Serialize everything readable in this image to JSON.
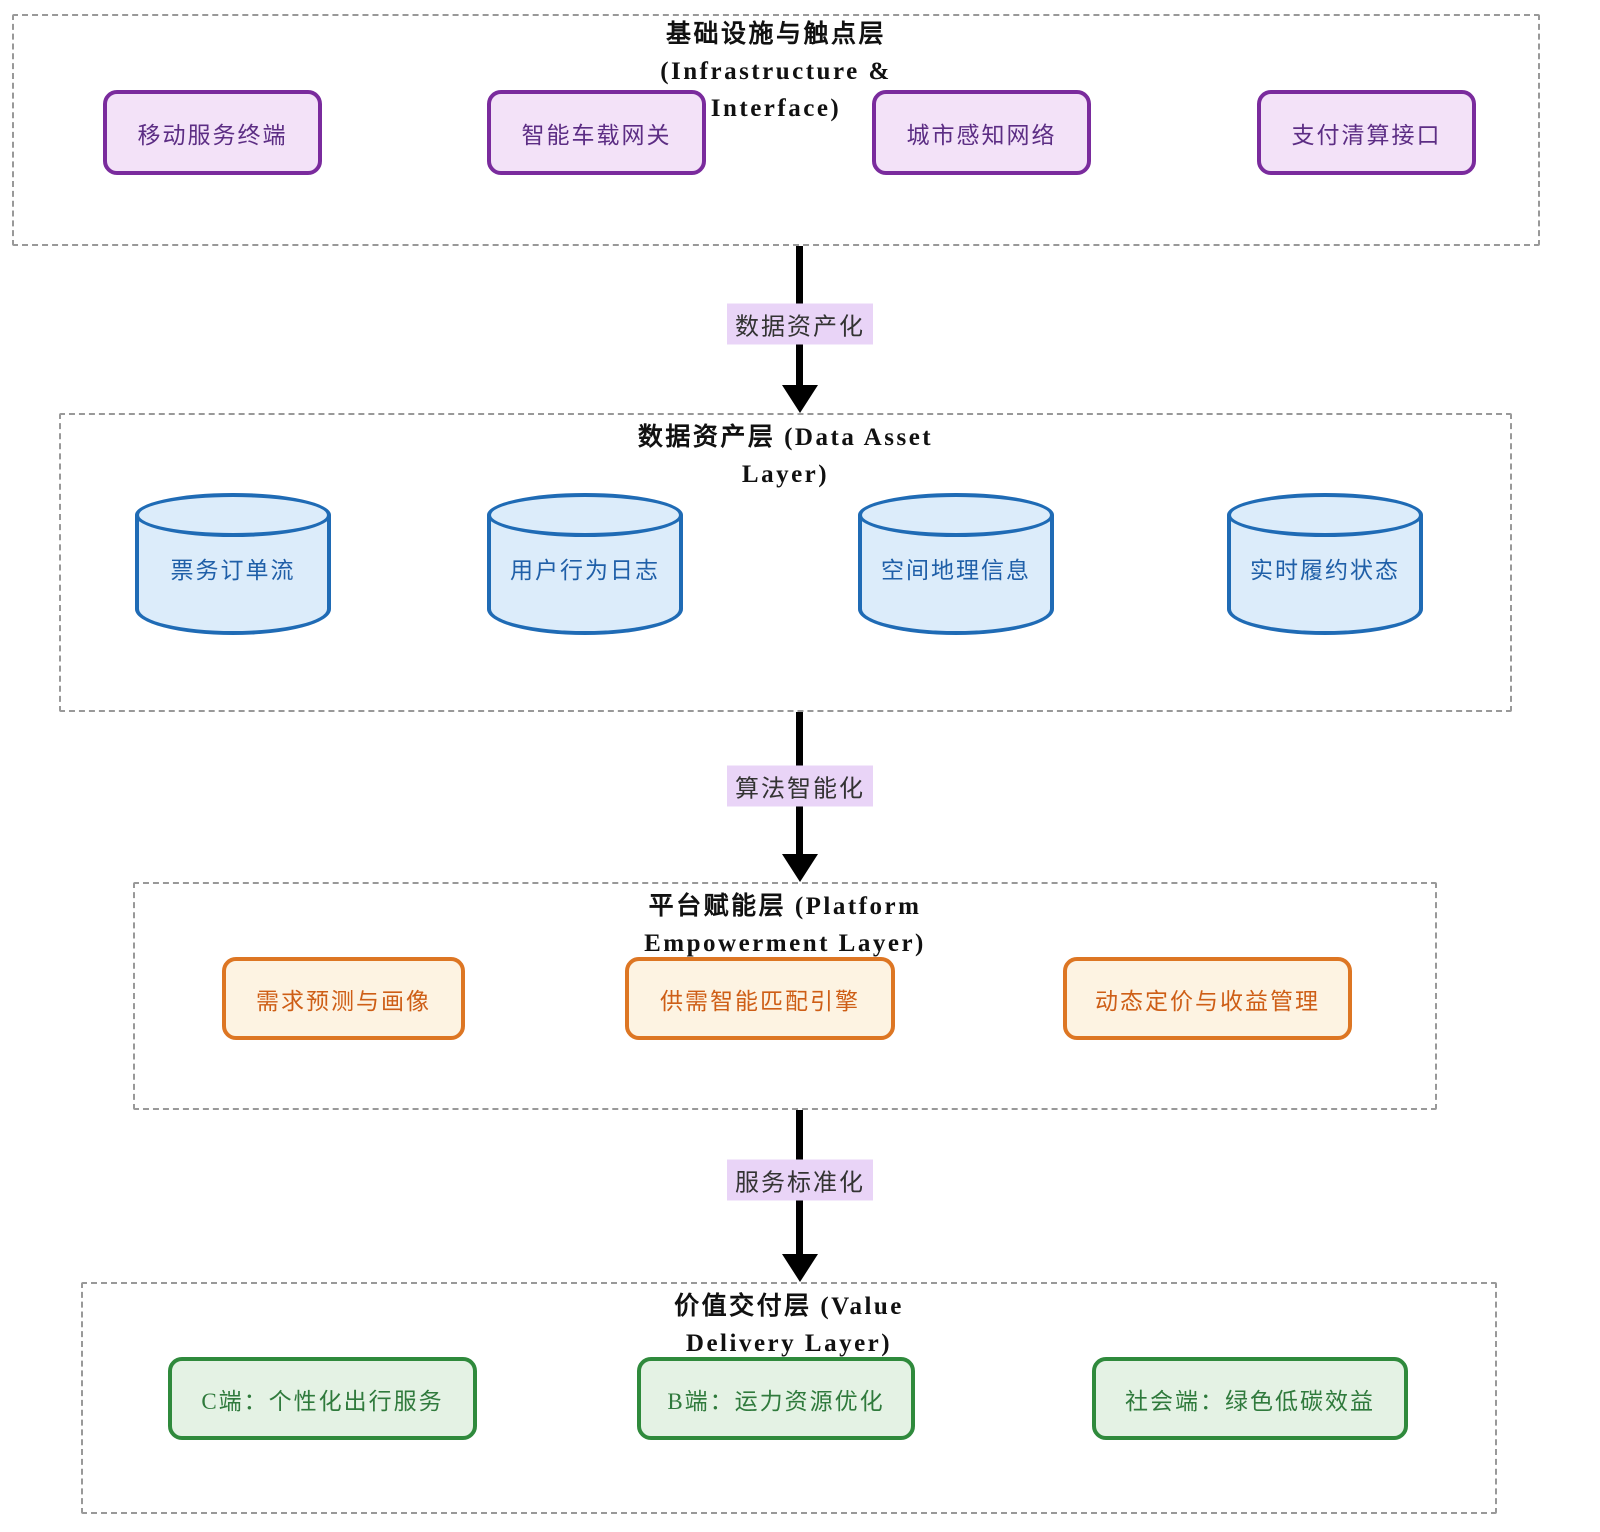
{
  "diagram": {
    "layers": [
      {
        "name": "infrastructure",
        "title_lines": [
          "基础设施与触点层",
          "(Infrastructure &",
          "Interface)"
        ],
        "nodes": [
          "移动服务终端",
          "智能车载网关",
          "城市感知网络",
          "支付清算接口"
        ],
        "node_style": {
          "border": "#7a2b9d",
          "fill": "#f3e2f8",
          "text": "#5c2d84"
        }
      },
      {
        "name": "data-asset",
        "title_lines": [
          "数据资产层 (Data Asset",
          "Layer)"
        ],
        "nodes": [
          "票务订单流",
          "用户行为日志",
          "空间地理信息",
          "实时履约状态"
        ],
        "shape": "cylinder",
        "node_style": {
          "border": "#1f6bb5",
          "fill": "#dcecfa",
          "text": "#1f5fa8"
        }
      },
      {
        "name": "platform-empowerment",
        "title_lines": [
          "平台赋能层 (Platform",
          "Empowerment Layer)"
        ],
        "nodes": [
          "需求预测与画像",
          "供需智能匹配引擎",
          "动态定价与收益管理"
        ],
        "node_style": {
          "border": "#dd7623",
          "fill": "#fdf3e2",
          "text": "#ce5e16"
        }
      },
      {
        "name": "value-delivery",
        "title_lines": [
          "价值交付层 (Value",
          "Delivery Layer)"
        ],
        "nodes": [
          "C端：个性化出行服务",
          "B端：运力资源优化",
          "社会端：绿色低碳效益"
        ],
        "node_style": {
          "border": "#2f8a3c",
          "fill": "#e4f2e4",
          "text": "#2f7a3c"
        }
      }
    ],
    "arrows": [
      {
        "label": "数据资产化"
      },
      {
        "label": "算法智能化"
      },
      {
        "label": "服务标准化"
      }
    ],
    "edge_label_bg": "#e9d4f7",
    "container_border_color": "#999999",
    "arrow_color": "#000000"
  }
}
